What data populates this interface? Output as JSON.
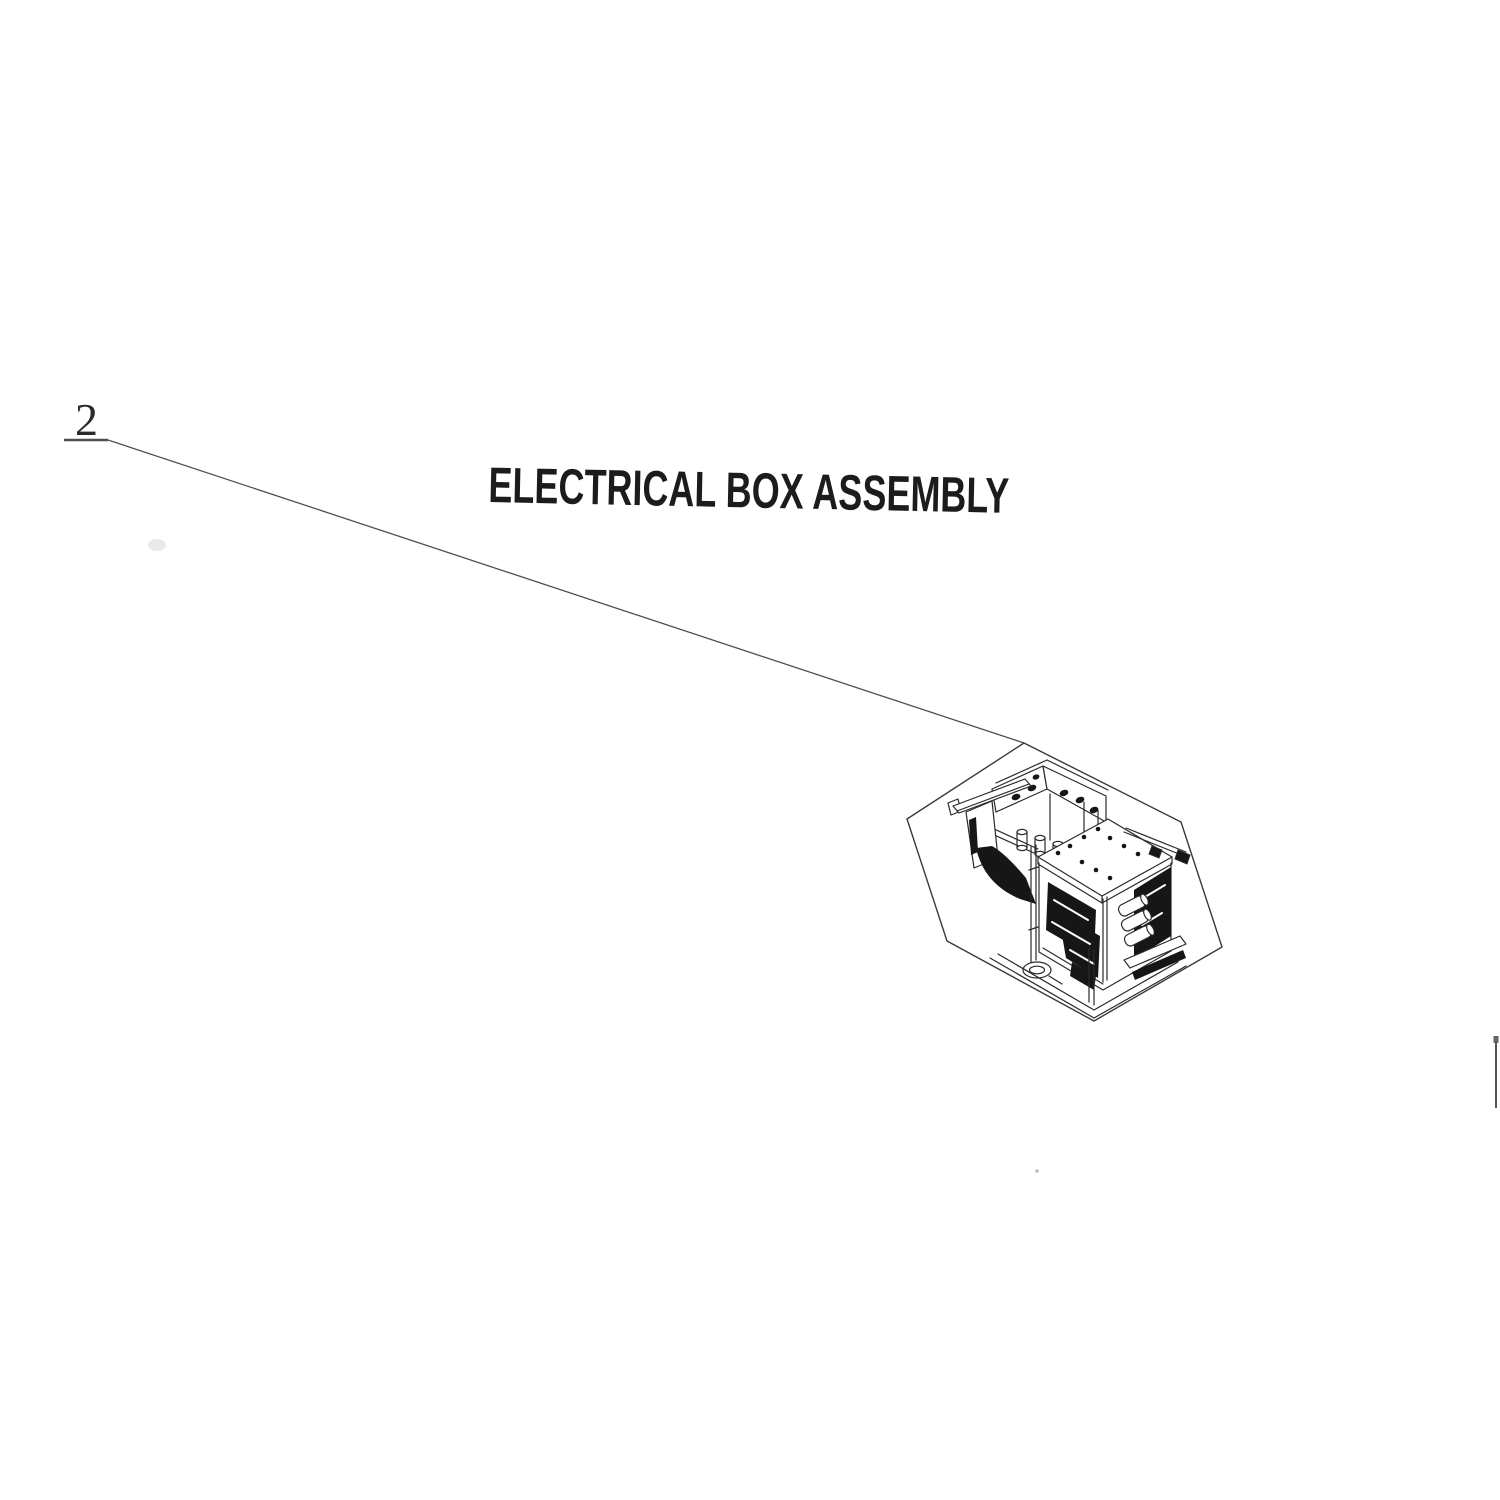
{
  "document": {
    "background": "#ffffff"
  },
  "callout": {
    "number": "2"
  },
  "title": {
    "text": "ELECTRICAL BOX ASSEMBLY"
  },
  "diagram": {
    "label": "electrical-box-assembly-detail-view",
    "boundary_shape": "irregular-hexagon",
    "depicted_parts": [
      "mounting-bracket-bar",
      "slotted-rear-panel",
      "funnel-chute",
      "standoff-cylinders",
      "box-top-plate-with-holes",
      "capacitor-cylinders",
      "contactor-components",
      "support-rod-with-foot",
      "base-plate-rails"
    ],
    "colors": {
      "ink": "#2b2b2b",
      "boundary": "#3a3a3a",
      "leader_line": "#4f4f4f",
      "component_fill": "#161616",
      "smudge": "#d8d8d8"
    }
  }
}
